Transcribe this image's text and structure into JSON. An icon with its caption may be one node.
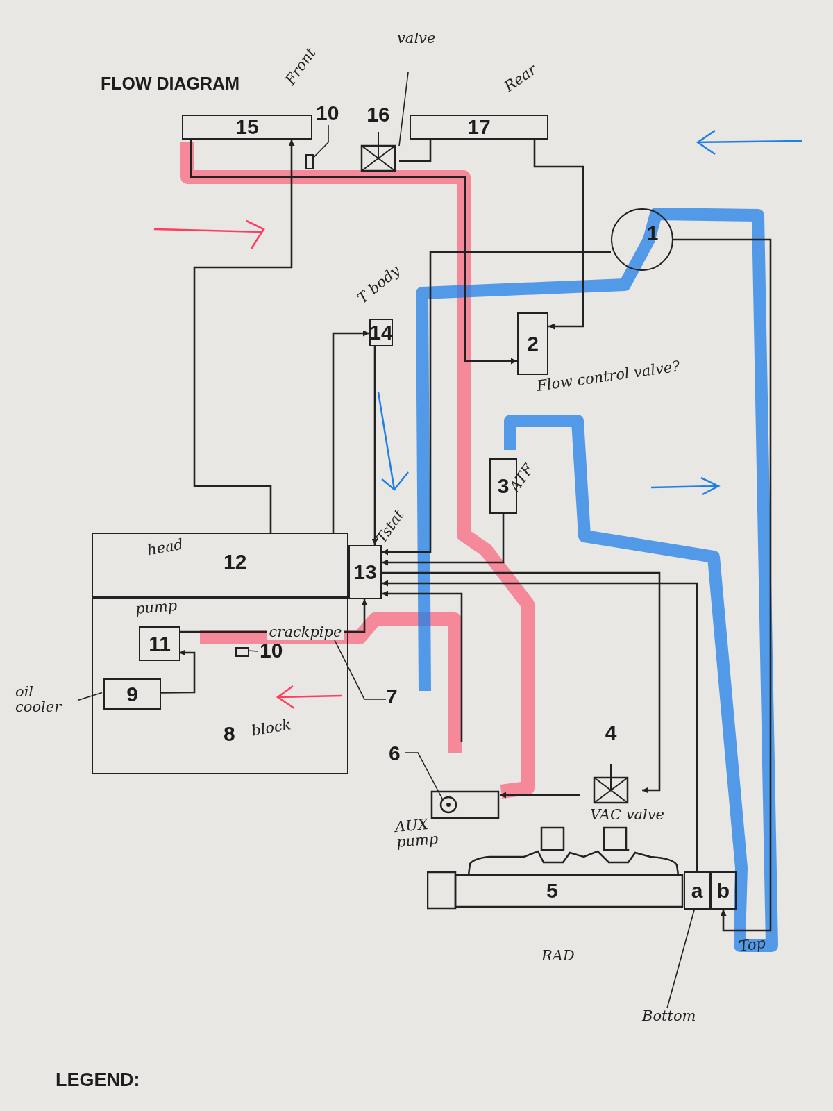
{
  "diagram": {
    "title": "FLOW DIAGRAM",
    "nodes": [
      {
        "text": [
          "15"
        ],
        "beside": [
          "Front"
        ]
      },
      {
        "text": [
          "10"
        ]
      },
      {
        "text": [],
        "shape": "box"
      },
      {
        "text": [
          "16"
        ]
      },
      {
        "text": [
          "valve"
        ]
      },
      {
        "text": [
          "17"
        ],
        "beside": [
          "Rear"
        ]
      },
      {
        "text": [
          "1"
        ]
      },
      {
        "text": [
          "14"
        ],
        "beside": [
          "T body"
        ]
      },
      {
        "text": [
          "2"
        ],
        "beside": [
          "Flow control valve?"
        ]
      },
      {
        "text": [
          "3"
        ],
        "beside": [
          "ATF"
        ]
      },
      {
        "text": [
          "head",
          "12"
        ]
      },
      {
        "text": [
          "8",
          "block"
        ]
      },
      {
        "text": [
          "13"
        ],
        "beside": [
          "Tstat"
        ]
      },
      {
        "text": [
          "11"
        ],
        "in": 11,
        "beside": [
          "pump"
        ]
      },
      {
        "text": [
          "9"
        ],
        "in": 11
      },
      {
        "text": [
          "oil cooler"
        ]
      },
      {
        "text": [],
        "shape": "box",
        "in": 11
      },
      {
        "text": [
          "10"
        ],
        "in": 11
      },
      {
        "text": [
          "7"
        ]
      },
      {
        "text": [
          "6"
        ],
        "beside": [
          "AUX pump"
        ]
      },
      {
        "text": [
          "4"
        ],
        "beside": [
          "VAC valve"
        ]
      },
      {
        "text": [
          "5"
        ],
        "beside": [
          "RAD"
        ]
      },
      {
        "text": [
          "a"
        ]
      },
      {
        "text": [
          "b"
        ],
        "beside": [
          "Top"
        ]
      },
      {
        "text": [
          "Bottom"
        ]
      }
    ],
    "edges": [
      {
        "from": 1,
        "to": 2,
        "arrow": "none"
      },
      {
        "from": 4,
        "to": 3,
        "arrow": "none"
      },
      {
        "from": 17,
        "to": 16,
        "arrow": "none"
      },
      {
        "from": 18,
        "to": null,
        "arrow": "none"
      },
      {
        "from": 15,
        "to": 14,
        "arrow": "none"
      },
      {
        "from": 24,
        "to": 22,
        "arrow": "none"
      },
      {
        "from": 10,
        "to": 0,
        "arrow": "to"
      },
      {
        "from": 0,
        "to": 8,
        "arrow": "to"
      },
      {
        "from": 3,
        "to": 5,
        "arrow": "none"
      },
      {
        "from": 5,
        "to": 8,
        "arrow": "to"
      },
      {
        "from": 6,
        "to": 12,
        "arrow": "to"
      },
      {
        "from": 10,
        "to": 7,
        "arrow": "to"
      },
      {
        "from": 7,
        "to": 12,
        "arrow": "to"
      },
      {
        "from": 9,
        "to": 12,
        "arrow": "to"
      },
      {
        "from": 22,
        "to": 12,
        "arrow": "to"
      },
      {
        "from": 6,
        "to": 23,
        "arrow": "to"
      },
      {
        "from": 20,
        "to": 19,
        "arrow": "to"
      },
      {
        "from": 12,
        "to": 20,
        "arrow": "to"
      },
      {
        "from": 19,
        "to": 12,
        "arrow": "to"
      },
      {
        "from": 13,
        "to": 12,
        "label": "crackpipe",
        "arrow": "to"
      },
      {
        "from": 14,
        "to": 13,
        "arrow": "to"
      }
    ],
    "labels": [
      "LEGEND:"
    ]
  }
}
